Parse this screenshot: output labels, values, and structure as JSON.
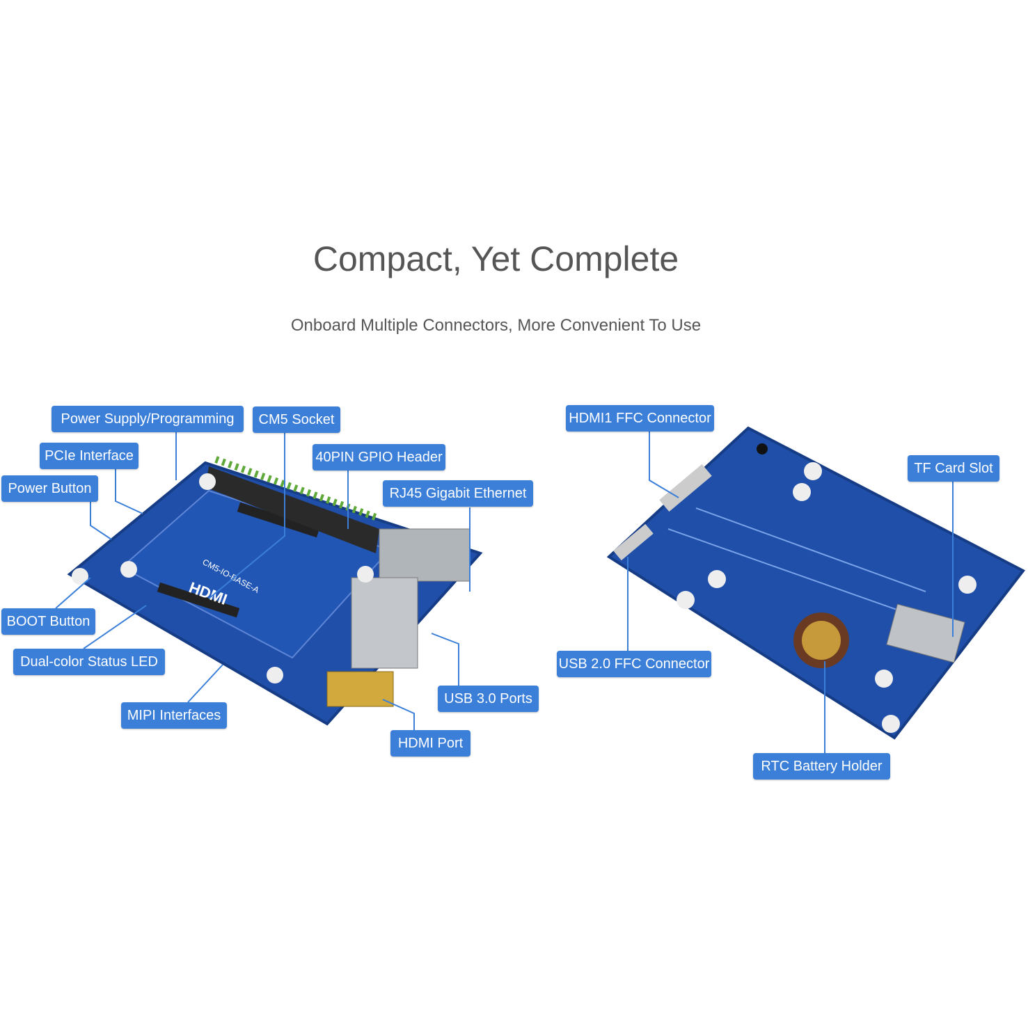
{
  "header": {
    "title": "Compact, Yet Complete",
    "subtitle": "Onboard Multiple Connectors, More Convenient To Use"
  },
  "colors": {
    "label_bg": "#3b7fd9",
    "board": "#1f4fa8",
    "title": "#555555"
  },
  "front_board": {
    "silkscreen": [
      "CM5-IO-BASE-A",
      "HDMI"
    ],
    "labels": [
      "Power Supply/Programming",
      "CM5 Socket",
      "PCIe Interface",
      "40PIN GPIO Header",
      "Power Button",
      "RJ45 Gigabit Ethernet",
      "BOOT Button",
      "Dual-color Status LED",
      "MIPI Interfaces",
      "USB 3.0 Ports",
      "HDMI Port"
    ]
  },
  "back_board": {
    "labels": [
      "HDMI1 FFC Connector",
      "TF Card Slot",
      "USB 2.0 FFC Connector",
      "RTC Battery Holder"
    ]
  }
}
